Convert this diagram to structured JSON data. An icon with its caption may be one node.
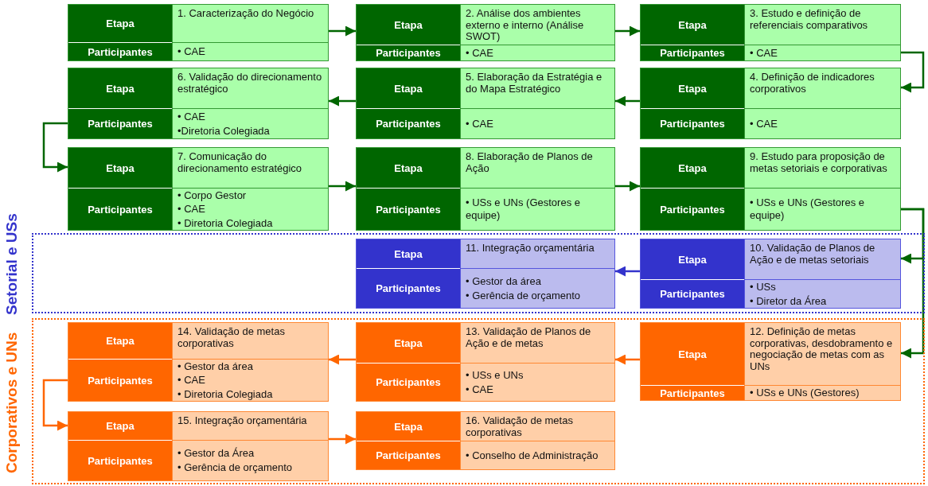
{
  "diagram": {
    "nodes": [
      {
        "text": [
          "Etapa",
          "1. Caracterização do Negócio",
          "Participantes",
          "• CAE"
        ]
      },
      {
        "text": [
          "Etapa",
          "2. Análise dos ambientes externo e interno (Análise SWOT)",
          "Participantes",
          "• CAE"
        ]
      },
      {
        "text": [
          "Etapa",
          "3. Estudo e definição de referenciais comparativos",
          "Participantes",
          "• CAE"
        ]
      },
      {
        "text": [
          "Etapa",
          "4. Definição de indicadores corporativos",
          "Participantes",
          "• CAE"
        ]
      },
      {
        "text": [
          "Etapa",
          "5. Elaboração da Estratégia e do Mapa Estratégico",
          "Participantes",
          "• CAE"
        ]
      },
      {
        "text": [
          "Etapa",
          "6. Validação do direcionamento estratégico",
          "Participantes",
          "• CAE",
          "•Diretoria Colegiada"
        ]
      },
      {
        "text": [
          "Etapa",
          "7. Comunicação do direcionamento estratégico",
          "Participantes",
          "• Corpo Gestor",
          "• CAE",
          "• Diretoria Colegiada"
        ]
      },
      {
        "text": [
          "Etapa",
          "8. Elaboração de Planos de Ação",
          "Participantes",
          "• USs e UNs (Gestores e equipe)"
        ]
      },
      {
        "text": [
          "Etapa",
          "9. Estudo para proposição de metas setoriais e corporativas",
          "Participantes",
          "• USs e UNs (Gestores e equipe)"
        ]
      },
      {
        "text": [
          "Setorial e USs"
        ]
      },
      {
        "text": [
          "Etapa",
          "10. Validação de Planos de Ação e de metas setoriais",
          "Participantes",
          "• USs",
          "• Diretor da Área"
        ],
        "in": 9
      },
      {
        "text": [
          "Etapa",
          "11. Integração orçamentária",
          "Participantes",
          "• Gestor da área",
          "• Gerência de orçamento"
        ],
        "in": 9
      },
      {
        "text": [
          "Corporativos e UNs"
        ]
      },
      {
        "text": [
          "Etapa",
          "12. Definição de metas corporativas, desdobramento e negociação de metas com as UNs",
          "Participantes",
          "• USs e UNs (Gestores)"
        ],
        "in": 12
      },
      {
        "text": [
          "Etapa",
          "13. Validação de Planos de Ação e de metas",
          "Participantes",
          "• USs e UNs",
          "• CAE"
        ],
        "in": 12
      },
      {
        "text": [
          "Etapa",
          "14. Validação de metas corporativas",
          "Participantes",
          "• Gestor da área",
          "• CAE",
          "• Diretoria Colegiada"
        ],
        "in": 12
      },
      {
        "text": [
          "Etapa",
          "15. Integração orçamentária",
          "Participantes",
          "• Gestor da Área",
          "• Gerência de orçamento"
        ],
        "in": 12
      },
      {
        "text": [
          "Etapa",
          "16. Validação de metas corporativas",
          "Participantes",
          "• Conselho de Administração"
        ],
        "in": 12
      }
    ],
    "edges": [
      {
        "from": 0,
        "to": 1,
        "arrow": "to"
      },
      {
        "from": 1,
        "to": 2,
        "arrow": "to"
      },
      {
        "from": 2,
        "to": 3,
        "arrow": "to"
      },
      {
        "from": 3,
        "to": 4,
        "arrow": "to"
      },
      {
        "from": 4,
        "to": 5,
        "arrow": "to"
      },
      {
        "from": 5,
        "to": 6,
        "arrow": "to"
      },
      {
        "from": 6,
        "to": 7,
        "arrow": "to"
      },
      {
        "from": 7,
        "to": 8,
        "arrow": "to"
      },
      {
        "from": 8,
        "to": 10,
        "arrow": "to"
      },
      {
        "from": 8,
        "to": 13,
        "arrow": "to"
      },
      {
        "from": 10,
        "to": 11,
        "arrow": "to",
        "color": "#3333cc"
      },
      {
        "from": 13,
        "to": 14,
        "arrow": "to",
        "color": "#ff6600"
      },
      {
        "from": 14,
        "to": 15,
        "arrow": "to",
        "color": "#ff6600"
      },
      {
        "from": 15,
        "to": 16,
        "arrow": "to",
        "color": "#ff6600"
      },
      {
        "from": 16,
        "to": 17,
        "arrow": "to",
        "color": "#ff6600"
      }
    ]
  }
}
